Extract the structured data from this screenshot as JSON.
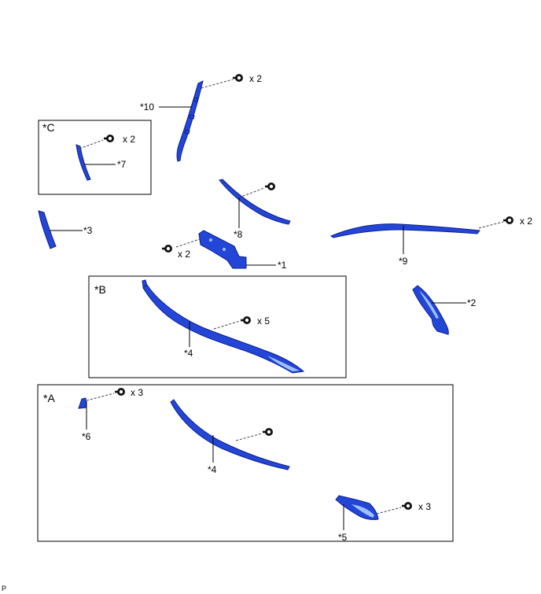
{
  "callouts": {
    "c10": "*10",
    "c7": "*7",
    "c3": "*3",
    "c8": "*8",
    "c9": "*9",
    "c1": "*1",
    "c2": "*2",
    "c4b": "*4",
    "c6": "*6",
    "c4a": "*4",
    "c5": "*5"
  },
  "quantities": {
    "q10": "x 2",
    "q7": "x 2",
    "q9": "x 2",
    "q1": "x 2",
    "q4b": "x 5",
    "q6": "x 3",
    "q5": "x 3"
  },
  "boxes": {
    "a": "*A",
    "b": "*B",
    "c": "*C"
  },
  "footer_mark": "P",
  "colors": {
    "part_fill": "#2346d8",
    "part_highlight": "#9fc0ff",
    "part_outline": "#0c1f8a"
  },
  "icons": [
    "clip-icon",
    "trim-part-icon"
  ]
}
